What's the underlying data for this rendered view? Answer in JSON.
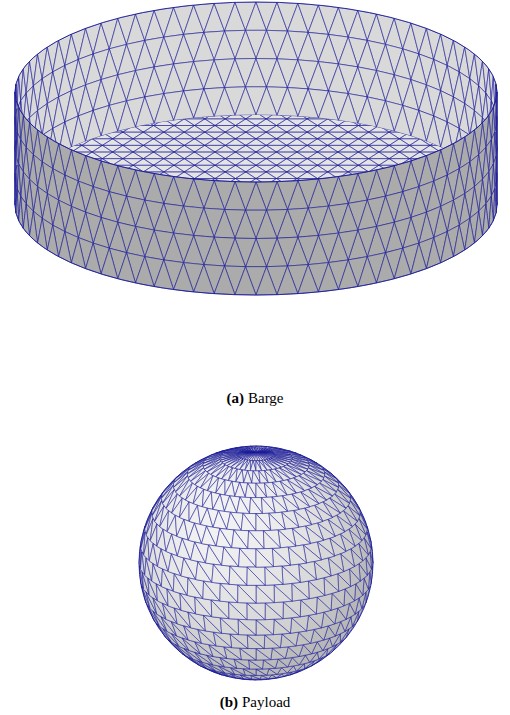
{
  "diagram": {
    "labels": [
      "(a)",
      "Barge",
      "(b)",
      "Payload"
    ]
  }
}
